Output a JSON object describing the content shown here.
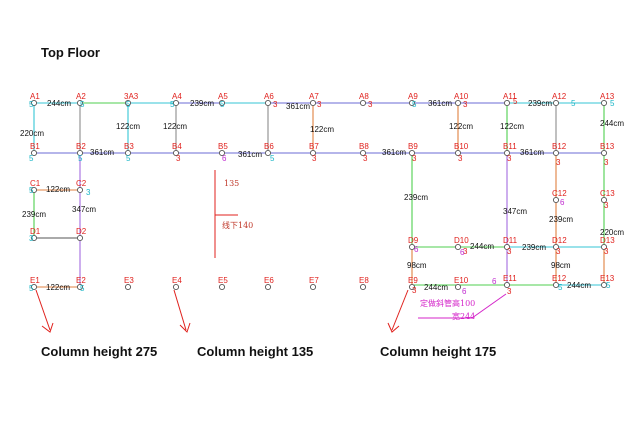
{
  "title": "Top Floor",
  "captions": [
    "Column height 275",
    "Column height 135",
    "Column height 175"
  ],
  "nodes": [
    {
      "id": "A1",
      "label": "A1"
    },
    {
      "id": "A2",
      "label": "A2"
    },
    {
      "id": "A3",
      "label": "3A3"
    },
    {
      "id": "A4",
      "label": "A4"
    },
    {
      "id": "A5",
      "label": "A5"
    },
    {
      "id": "A6",
      "label": "A6"
    },
    {
      "id": "A7",
      "label": "A7"
    },
    {
      "id": "A8",
      "label": "A8"
    },
    {
      "id": "A9",
      "label": "A9"
    },
    {
      "id": "A10",
      "label": "A10"
    },
    {
      "id": "A11",
      "label": "A11"
    },
    {
      "id": "A12",
      "label": "A12"
    },
    {
      "id": "A13",
      "label": "A13"
    },
    {
      "id": "B1",
      "label": "B1"
    },
    {
      "id": "B2",
      "label": "B2"
    },
    {
      "id": "B3",
      "label": "B3"
    },
    {
      "id": "B4",
      "label": "B4"
    },
    {
      "id": "B5",
      "label": "B5"
    },
    {
      "id": "B6",
      "label": "B6"
    },
    {
      "id": "B7",
      "label": "B7"
    },
    {
      "id": "B8",
      "label": "B8"
    },
    {
      "id": "B9",
      "label": "B9"
    },
    {
      "id": "B10",
      "label": "B10"
    },
    {
      "id": "B11",
      "label": "B11"
    },
    {
      "id": "B12",
      "label": "B12"
    },
    {
      "id": "B13",
      "label": "B13"
    },
    {
      "id": "C1",
      "label": "C1"
    },
    {
      "id": "C2",
      "label": "C2"
    },
    {
      "id": "C12",
      "label": "C12"
    },
    {
      "id": "C13",
      "label": "C13"
    },
    {
      "id": "D1",
      "label": "D1"
    },
    {
      "id": "D2",
      "label": "D2"
    },
    {
      "id": "D9",
      "label": "D9"
    },
    {
      "id": "D10",
      "label": "D10"
    },
    {
      "id": "D11",
      "label": "D11"
    },
    {
      "id": "D12",
      "label": "D12"
    },
    {
      "id": "D13",
      "label": "D13"
    },
    {
      "id": "E1",
      "label": "E1"
    },
    {
      "id": "E2",
      "label": "E2"
    },
    {
      "id": "E3",
      "label": "E3"
    },
    {
      "id": "E4",
      "label": "E4"
    },
    {
      "id": "E5",
      "label": "E5"
    },
    {
      "id": "E6",
      "label": "E6"
    },
    {
      "id": "E7",
      "label": "E7"
    },
    {
      "id": "E8",
      "label": "E8"
    },
    {
      "id": "E9",
      "label": "E9"
    },
    {
      "id": "E10",
      "label": "E10"
    },
    {
      "id": "E11",
      "label": "E11"
    },
    {
      "id": "E12",
      "label": "E12"
    },
    {
      "id": "E13",
      "label": "E13"
    }
  ],
  "dimensions": [
    "244cm",
    "239cm",
    "361cm",
    "361cm",
    "239cm",
    "220cm",
    "122cm",
    "122cm",
    "122cm",
    "122cm",
    "122cm",
    "244cm",
    "361cm",
    "361cm",
    "361cm",
    "361cm",
    "122cm",
    "239cm",
    "347cm",
    "239cm",
    "347cm",
    "244cm",
    "239cm",
    "239cm",
    "220cm",
    "122cm",
    "98cm",
    "244cm",
    "98cm",
    "244cm"
  ],
  "numbers": [
    "5",
    "5",
    "5",
    "5",
    "5",
    "3",
    "3",
    "5",
    "3",
    "3",
    "5",
    "6",
    "3",
    "5",
    "5",
    "5",
    "5",
    "5",
    "5",
    "6",
    "3",
    "3",
    "3",
    "3",
    "3",
    "6",
    "3",
    "3",
    "5",
    "3",
    "3",
    "6",
    "3",
    "5",
    "5",
    "3",
    "3",
    "3",
    "6",
    "6",
    "3",
    "3",
    "5",
    "5",
    "3"
  ],
  "notes": {
    "stair_a": "135",
    "stair_b": "线下140",
    "pink_a": "定做斜管高100",
    "pink_b": "宽244"
  },
  "colors": {
    "node_label": "#e0211d",
    "column_label": "#19b5c6",
    "line_blue": "#6b6bd6",
    "line_cyan": "#35c6d6",
    "line_green": "#4fcf4f",
    "line_gray": "#8c8c8c",
    "line_purple": "#a46be0",
    "arrow": "#e0211d",
    "annotation": "#d425c9"
  }
}
